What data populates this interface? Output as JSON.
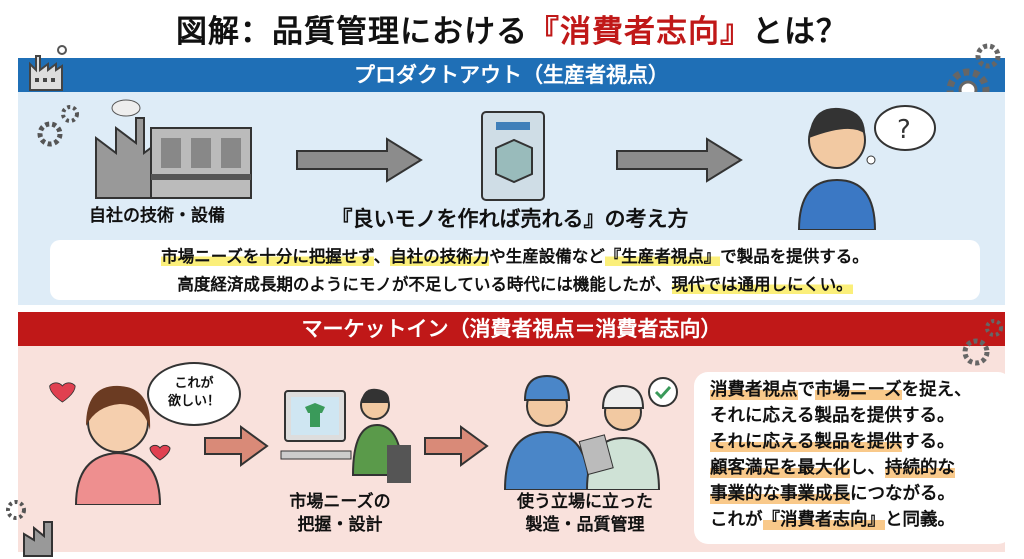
{
  "title": {
    "prefix": "図解：品質管理における",
    "highlight": "『消費者志向』",
    "suffix": "とは？"
  },
  "product_out": {
    "header": "プロダクトアウト（生産者視点）",
    "factory_label": "自社の技術・設備",
    "concept": "『良いモノを作れば売れる』の考え方",
    "desc_line1": [
      "市場ニーズを十分に把握せず",
      "、",
      "自社の技術力",
      "や生産設備など",
      "『生産者視点』",
      "で製品を提供する。"
    ],
    "desc_line2": [
      "高度経済成長期のようにモノが不足している時代には機能したが、",
      "現代では通用しにくい。"
    ]
  },
  "market_in": {
    "header": "マーケットイン（消費者視点＝消費者志向）",
    "bubble": [
      "これが",
      "欲しい！"
    ],
    "design_label": [
      "市場ニーズの",
      "把握・設計"
    ],
    "manufacture_label": [
      "使う立場に立った",
      "製造・品質管理"
    ],
    "desc": [
      [
        "消費者視点",
        "で",
        "市場ニーズ",
        "を捉え、"
      ],
      [
        "それに応える製品を提供する。"
      ],
      [
        "それに応える製品を提供",
        "する。"
      ],
      [
        "顧客満足を最大化",
        "し、",
        "持続的な"
      ],
      [
        "事業的な事業成長",
        "につながる。"
      ],
      [
        "これが",
        "『消費者志向』",
        "と同義。"
      ]
    ]
  },
  "colors": {
    "blue": "#1f6fb6",
    "red": "#c01818",
    "highlight_yellow": "#fbef7a",
    "highlight_orange": "#f9c98a"
  }
}
